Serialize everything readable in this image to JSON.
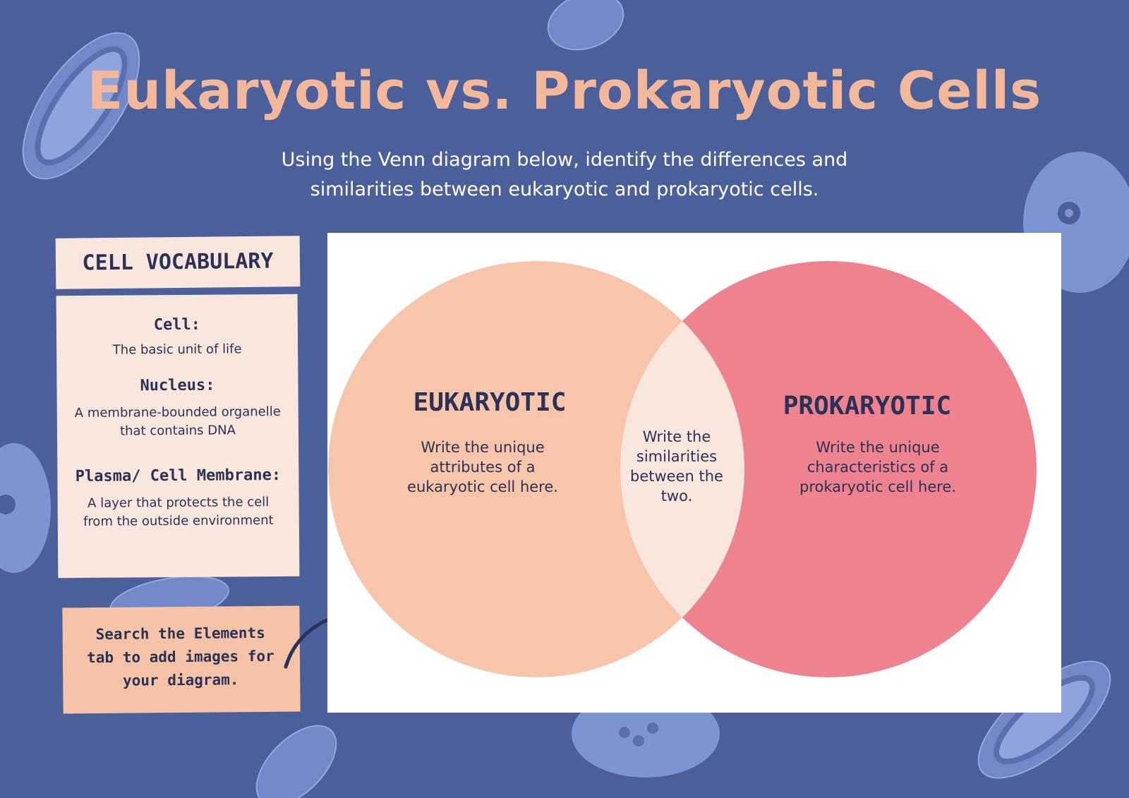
{
  "title": "Eukaryotic vs. Prokaryotic Cells",
  "subtitle": "Using the Venn diagram below, identify the differences and similarities between eukaryotic and prokaryotic cells.",
  "vocabulary": {
    "heading": "CELL VOCABULARY",
    "terms": [
      {
        "term": "Cell:",
        "definition": "The basic unit of life"
      },
      {
        "term": "Nucleus:",
        "definition": "A membrane-bounded organelle that contains DNA"
      },
      {
        "term": "Plasma/ Cell Membrane:",
        "definition": "A layer that protects the cell from the outside environment"
      }
    ]
  },
  "tip": "Search the Elements tab to add images for your diagram.",
  "venn": {
    "left": {
      "title": "EUKARYOTIC",
      "text": "Write the unique attributes of a eukaryotic cell here.",
      "color": "#f6c5aa"
    },
    "middle": {
      "text": "Write the similarities between the two.",
      "color": "#f9e6dc"
    },
    "right": {
      "title": "PROKARYOTIC",
      "text": "Write the unique characteristics of a prokaryotic cell here.",
      "color": "#ee828e"
    }
  },
  "colors": {
    "background": "#4b5f9a",
    "title": "#f3b89a",
    "microbe": "#7d94d2",
    "text_dark": "#2a3256"
  },
  "icons": [
    "curved-arrow-icon",
    "bacteria-icon",
    "cell-icon"
  ]
}
